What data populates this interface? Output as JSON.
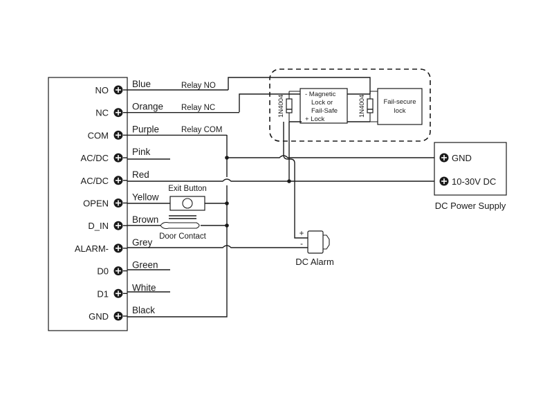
{
  "controller": {
    "terminals": [
      {
        "label": "NO",
        "wire": "Blue"
      },
      {
        "label": "NC",
        "wire": "Orange"
      },
      {
        "label": "COM",
        "wire": "Purple"
      },
      {
        "label": "AC/DC",
        "wire": "Pink"
      },
      {
        "label": "AC/DC",
        "wire": "Red"
      },
      {
        "label": "OPEN",
        "wire": "Yellow"
      },
      {
        "label": "D_IN",
        "wire": "Brown"
      },
      {
        "label": "ALARM-",
        "wire": "Grey"
      },
      {
        "label": "D0",
        "wire": "Green"
      },
      {
        "label": "D1",
        "wire": "White"
      },
      {
        "label": "GND",
        "wire": "Black"
      }
    ]
  },
  "relay_labels": {
    "no": "Relay NO",
    "nc": "Relay NC",
    "com": "Relay COM"
  },
  "lock_box": {
    "magnetic": [
      "- Magnetic",
      "Lock or",
      "Fail-Safe",
      "+ Lock"
    ],
    "fail_secure": [
      "Fail-secure",
      "lock"
    ],
    "diode": "1N4004"
  },
  "exit_button": "Exit Button",
  "door_contact": "Door Contact",
  "dc_alarm": {
    "label": "DC  Alarm",
    "plus": "+",
    "minus": "-"
  },
  "power_supply": {
    "gnd": "GND",
    "vdc": "10-30V DC",
    "title": "DC Power Supply"
  }
}
